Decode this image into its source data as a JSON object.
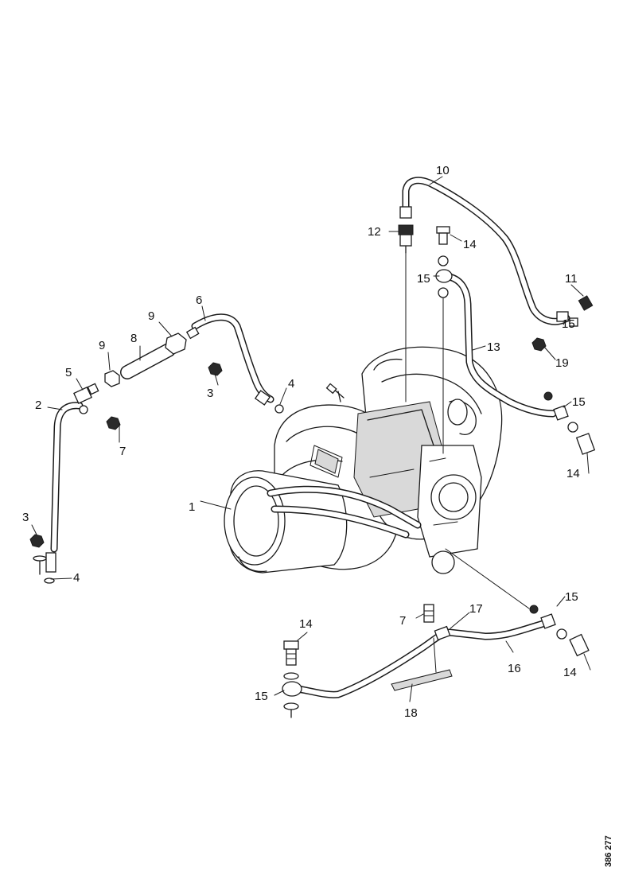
{
  "diagram": {
    "reference_number": "386 277",
    "callouts": [
      {
        "id": "c1",
        "text": "1"
      },
      {
        "id": "c2",
        "text": "2"
      },
      {
        "id": "c3a",
        "text": "3"
      },
      {
        "id": "c3b",
        "text": "3"
      },
      {
        "id": "c4a",
        "text": "4"
      },
      {
        "id": "c4b",
        "text": "4"
      },
      {
        "id": "c5",
        "text": "5"
      },
      {
        "id": "c6",
        "text": "6"
      },
      {
        "id": "c7a",
        "text": "7"
      },
      {
        "id": "c7b",
        "text": "7"
      },
      {
        "id": "c8",
        "text": "8"
      },
      {
        "id": "c9a",
        "text": "9"
      },
      {
        "id": "c9b",
        "text": "9"
      },
      {
        "id": "c10",
        "text": "10"
      },
      {
        "id": "c11",
        "text": "11"
      },
      {
        "id": "c12",
        "text": "12"
      },
      {
        "id": "c13",
        "text": "13"
      },
      {
        "id": "c14a",
        "text": "14"
      },
      {
        "id": "c14b",
        "text": "14"
      },
      {
        "id": "c14c",
        "text": "14"
      },
      {
        "id": "c14d",
        "text": "14"
      },
      {
        "id": "c15a",
        "text": "15"
      },
      {
        "id": "c15b",
        "text": "15"
      },
      {
        "id": "c15c",
        "text": "15"
      },
      {
        "id": "c15d",
        "text": "15"
      },
      {
        "id": "c15e",
        "text": "15"
      },
      {
        "id": "c16",
        "text": "16"
      },
      {
        "id": "c17",
        "text": "17"
      },
      {
        "id": "c18",
        "text": "18"
      },
      {
        "id": "c19",
        "text": "19"
      }
    ]
  }
}
